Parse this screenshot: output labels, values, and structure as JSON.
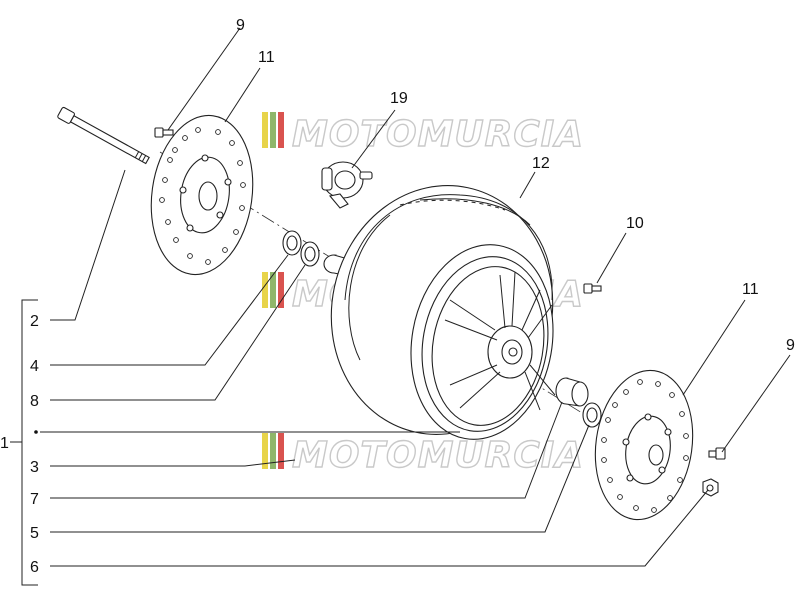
{
  "watermark": {
    "text": "MOTOMURCIA",
    "stripe_colors": [
      "#e8d44a",
      "#8fb66a",
      "#d9534f"
    ]
  },
  "callouts": {
    "n9_top": "9",
    "n11_top": "11",
    "n19": "19",
    "n12": "12",
    "n10": "10",
    "n11_right": "11",
    "n9_right": "9",
    "n1": "1",
    "n2": "2",
    "n4": "4",
    "n8": "8",
    "n3": "3",
    "n7": "7",
    "n5": "5",
    "n6": "6"
  }
}
